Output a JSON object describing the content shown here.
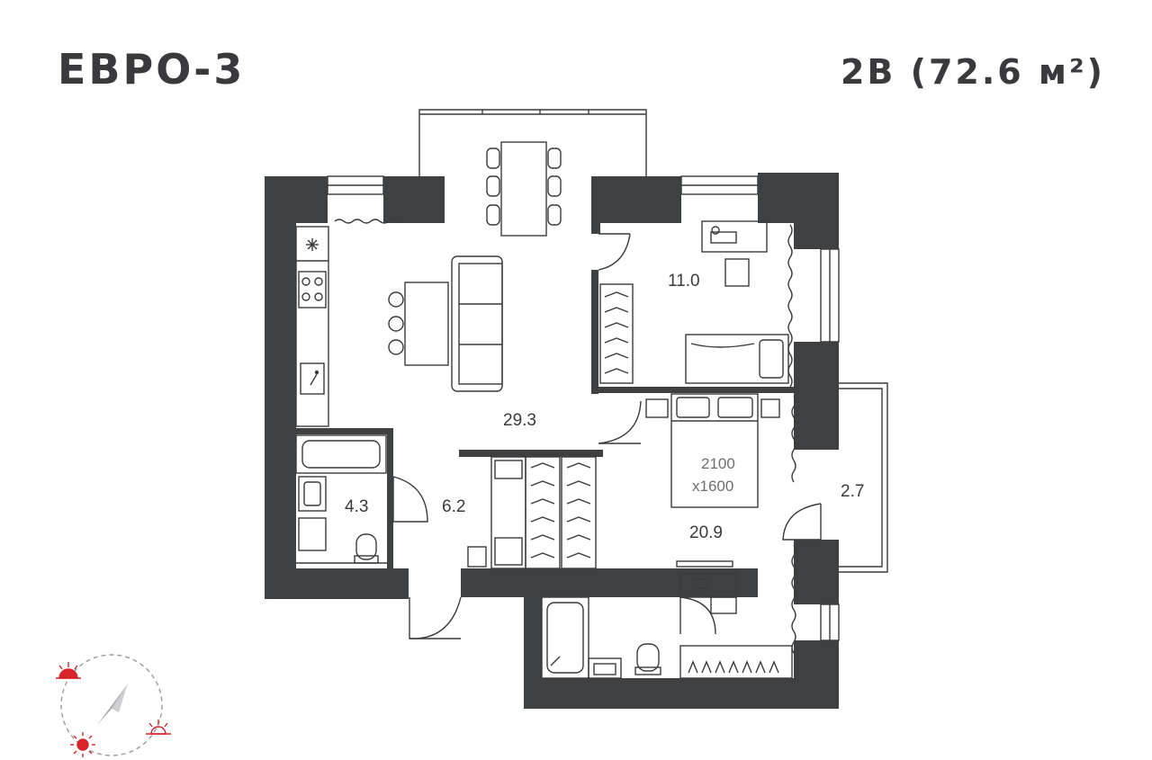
{
  "header": {
    "layout_name": "ЕВРО-3",
    "apartment_info": "2В (72.6 м²)"
  },
  "rooms": [
    {
      "id": "living-kitchen",
      "area": "29.3"
    },
    {
      "id": "bedroom-small",
      "area": "11.0"
    },
    {
      "id": "bedroom-master",
      "area": "20.9"
    },
    {
      "id": "bathroom",
      "area": "4.3"
    },
    {
      "id": "hallway",
      "area": "6.2"
    },
    {
      "id": "balcony",
      "area": "2.7"
    }
  ],
  "bed": {
    "length": "2100",
    "width": "x1600"
  },
  "colors": {
    "wall": "#3f4042",
    "line": "#3a3a3c",
    "sun": "#d8232a",
    "compass": "#a9a9ad"
  },
  "icons": [
    "compass-icon",
    "sunrise-icon",
    "sunset-icon",
    "sun-icon",
    "hood-icon",
    "stove-icon",
    "sink-icon",
    "bathtub-icon",
    "toilet-icon",
    "wardrobe-icon",
    "bed-icon",
    "desk-icon",
    "door-icon"
  ]
}
